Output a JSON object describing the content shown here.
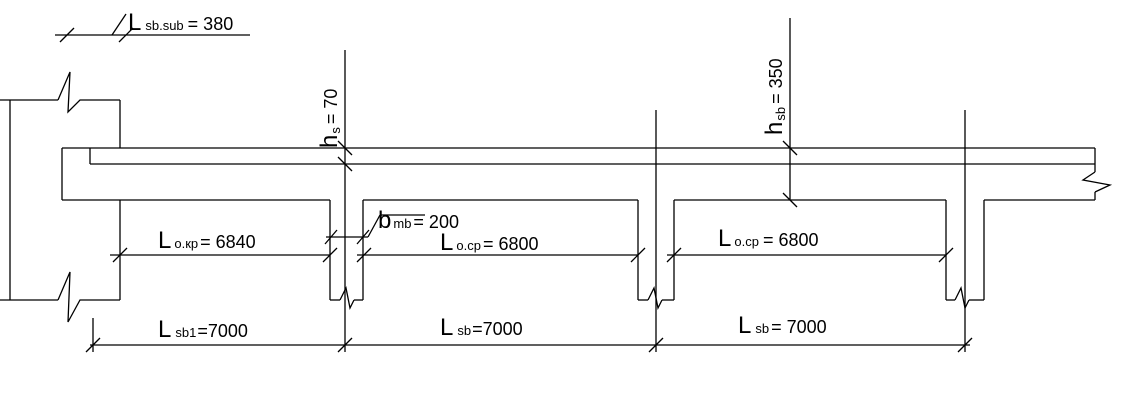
{
  "drawing": {
    "top_label": {
      "main": "L",
      "sub": "sb.sub",
      "value": "= 380"
    },
    "hs": {
      "main": "h",
      "sub": "s",
      "value": "= 70"
    },
    "hsb": {
      "main": "h",
      "sub": "sb",
      "value": "= 350"
    },
    "bmb": {
      "main": "b",
      "sub": "mb",
      "value": "= 200"
    },
    "lo_end": {
      "main": "L",
      "sub": "o.кр",
      "value": "= 6840"
    },
    "lo_mid1": {
      "main": "L",
      "sub": "o.ср",
      "value": "= 6800"
    },
    "lo_mid2": {
      "main": "L",
      "sub": "o.ср",
      "value": "= 6800"
    },
    "spans": [
      {
        "main": "L",
        "sub": "sb1",
        "value": "=7000"
      },
      {
        "main": "L",
        "sub": "sb",
        "value": "=7000"
      },
      {
        "main": "L",
        "sub": "sb",
        "value": "= 7000"
      }
    ]
  }
}
